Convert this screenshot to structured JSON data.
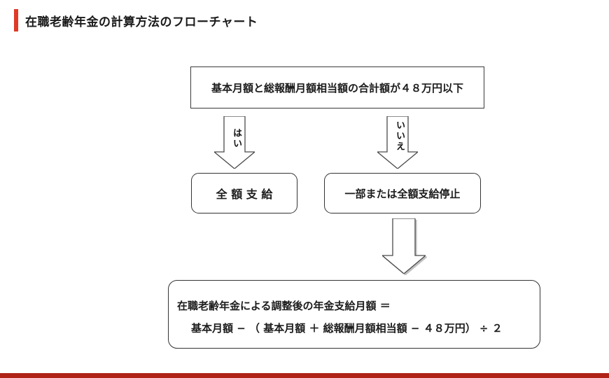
{
  "page": {
    "title": "在職老齢年金の計算方法のフローチャート",
    "accent_color": "#e03a26",
    "footer_bar_color": "#b02418"
  },
  "flowchart": {
    "condition_box": {
      "text": "基本月額と総報酬月額相当額の合計額が４８万円以下"
    },
    "yes_branch": {
      "arrow_label": "はい",
      "result_box": "全 額 支 給"
    },
    "no_branch": {
      "arrow_label": "いいえ",
      "result_box": "一部または全額支給停止"
    },
    "formula_box": {
      "line1": "在職老齢年金による調整後の年金支給月額 ＝",
      "line2": "基本月額 − （ 基本月額 ＋ 総報酬月額相当額 − ４８万円） ÷ ２"
    }
  }
}
